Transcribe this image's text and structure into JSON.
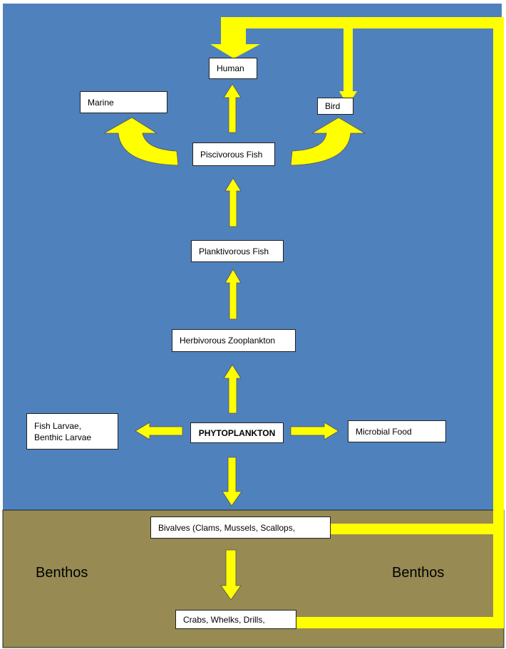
{
  "colors": {
    "water": "#4f81bd",
    "benthos": "#978b53",
    "arrow": "#ffff00",
    "box": "#ffffff"
  },
  "nodes": {
    "human": "Human",
    "marine": "Marine",
    "bird": "Bird",
    "piscivorous_fish": "Piscivorous Fish",
    "planktivorous_fish": "Planktivorous Fish",
    "herbivorous_zooplankton": "Herbivorous Zooplankton",
    "fish_larvae_line1": "Fish Larvae,",
    "fish_larvae_line2": "Benthic Larvae",
    "phytoplankton": "PHYTOPLANKTON",
    "microbial_food": "Microbial Food",
    "bivalves": "Bivalves (Clams, Mussels, Scallops,",
    "crabs": "Crabs, Whelks, Drills,"
  },
  "zones": {
    "benthos_left": "Benthos",
    "benthos_right": "Benthos"
  }
}
